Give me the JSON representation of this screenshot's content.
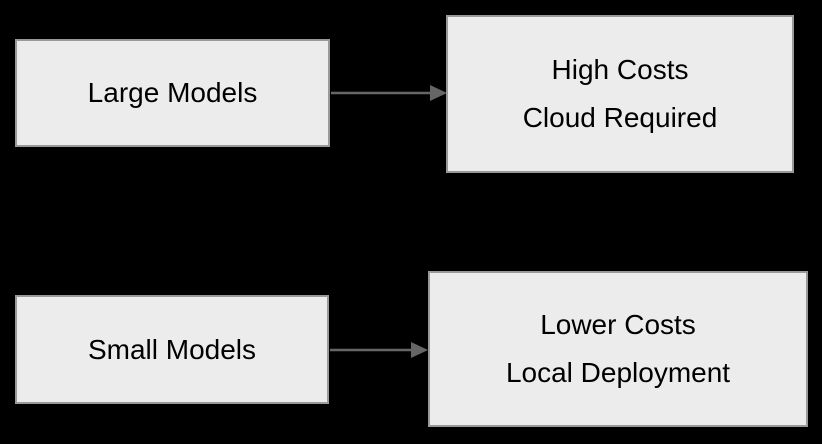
{
  "diagram": {
    "nodes": {
      "large_models": {
        "label": "Large Models"
      },
      "high_costs": {
        "line1": "High Costs",
        "line2": "Cloud Required"
      },
      "small_models": {
        "label": "Small Models"
      },
      "lower_costs": {
        "line1": "Lower Costs",
        "line2": "Local Deployment"
      }
    },
    "edges": [
      {
        "from": "Large Models",
        "to": "High Costs / Cloud Required",
        "direction": "right"
      },
      {
        "from": "Small Models",
        "to": "Lower Costs / Local Deployment",
        "direction": "right"
      }
    ],
    "colors": {
      "background": "#000000",
      "box_fill": "#ececec",
      "box_border": "#999999",
      "arrow": "#666666",
      "text": "#000000"
    }
  }
}
